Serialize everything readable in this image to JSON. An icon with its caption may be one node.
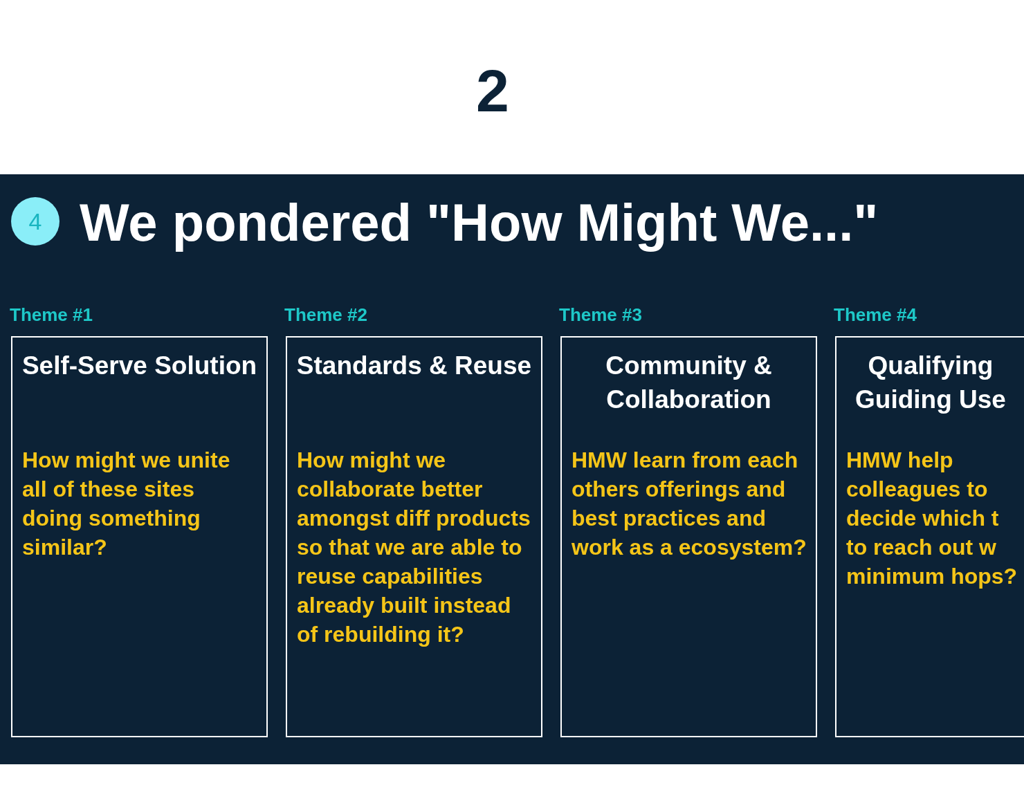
{
  "diagram": {
    "title": "We pondered \"How Might We...\"",
    "nodes": [
      {
        "text": [
          "4"
        ]
      },
      {
        "text": [
          "Self-Serve Solution",
          "How might we unite all of these sites doing something similar?"
        ],
        "beside": [
          "Theme #1"
        ]
      },
      {
        "text": [
          "Standards & Reuse",
          "How might we collaborate better amongst diff products so that we are able to reuse capabilities already built instead of rebuilding it?"
        ],
        "beside": [
          "Theme #2"
        ]
      },
      {
        "text": [
          "Community & Collaboration",
          "HMW learn from each others offerings and best practices and work as a ecosystem?"
        ],
        "beside": [
          "Theme #3"
        ]
      },
      {
        "text": [
          "Qualifying Guiding Use",
          "HMW help colleagues to decide which t to reach out w minimum hops?"
        ],
        "beside": [
          "Theme #4"
        ]
      }
    ],
    "labels": [
      "2"
    ]
  }
}
